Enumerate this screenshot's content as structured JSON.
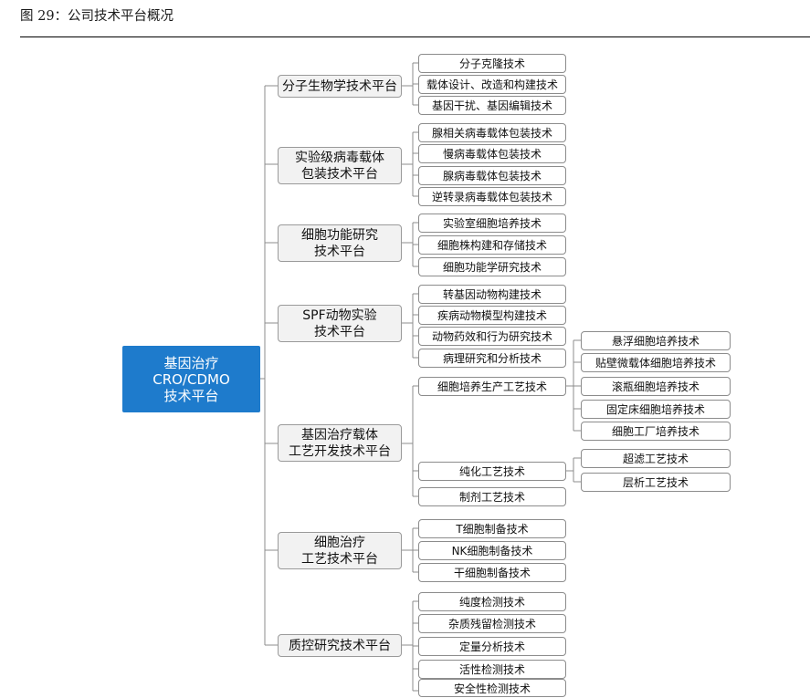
{
  "title": "图 29：公司技术平台概况",
  "root": {
    "lines": [
      "基因治疗",
      "CRO/CDMO",
      "技术平台"
    ]
  },
  "platforms": [
    {
      "lines": [
        "分子生物学技术平台"
      ],
      "items": [
        "分子克隆技术",
        "载体设计、改造和构建技术",
        "基因干扰、基因编辑技术"
      ]
    },
    {
      "lines": [
        "实验级病毒载体",
        "包装技术平台"
      ],
      "items": [
        "腺相关病毒载体包装技术",
        "慢病毒载体包装技术",
        "腺病毒载体包装技术",
        "逆转录病毒载体包装技术"
      ]
    },
    {
      "lines": [
        "细胞功能研究",
        "技术平台"
      ],
      "items": [
        "实验室细胞培养技术",
        "细胞株构建和存储技术",
        "细胞功能学研究技术"
      ]
    },
    {
      "lines": [
        "SPF动物实验",
        "技术平台"
      ],
      "items": [
        "转基因动物构建技术",
        "疾病动物模型构建技术",
        "动物药效和行为研究技术",
        "病理研究和分析技术"
      ]
    },
    {
      "lines": [
        "基因治疗载体",
        "工艺开发技术平台"
      ],
      "items": [
        "细胞培养生产工艺技术",
        "纯化工艺技术",
        "制剂工艺技术"
      ],
      "sub": {
        "culture": [
          "悬浮细胞培养技术",
          "贴壁微载体细胞培养技术",
          "滚瓶细胞培养技术",
          "固定床细胞培养技术",
          "细胞工厂培养技术"
        ],
        "purification": [
          "超滤工艺技术",
          "层析工艺技术"
        ]
      }
    },
    {
      "lines": [
        "细胞治疗",
        "工艺技术平台"
      ],
      "items": [
        "T细胞制备技术",
        "NK细胞制备技术",
        "干细胞制备技术"
      ]
    },
    {
      "lines": [
        "质控研究技术平台"
      ],
      "items": [
        "纯度检测技术",
        "杂质残留检测技术",
        "定量分析技术",
        "活性检测技术",
        "安全性检测技术"
      ]
    }
  ],
  "colors": {
    "root_fill": "#1e7bcc",
    "node_fill": "#f2f2f2",
    "border": "#8c8c8c",
    "connector": "#8c8c8c"
  }
}
